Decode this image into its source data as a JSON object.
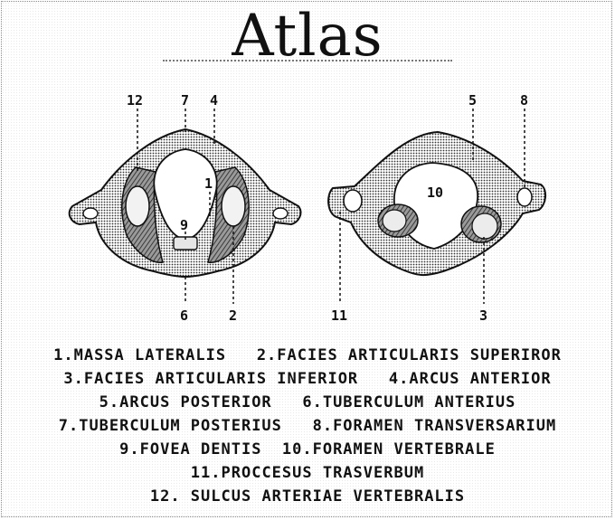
{
  "title": "Atlas",
  "labels": {
    "left": {
      "l12": "12",
      "l7": "7",
      "l4": "4",
      "l1": "1",
      "l9": "9",
      "l6": "6",
      "l2": "2"
    },
    "right": {
      "l5": "5",
      "l8": "8",
      "l10": "10",
      "l11": "11",
      "l3": "3"
    }
  },
  "legend": [
    "1.MASSA LATERALIS   2.FACIES ARTICULARIS SUPERIROR",
    "3.FACIES ARTICULARIS INFERIOR   4.ARCUS ANTERIOR",
    "5.ARCUS POSTERIOR   6.TUBERCULUM ANTERIUS",
    "7.TUBERCULUM POSTERIUS   8.FORAMEN TRANSVERSARIUM",
    "9.FOVEA DENTIS  10.FORAMEN VERTEBRALE",
    "11.PROCCESUS TRASVERBUM",
    "12. SULCUS ARTERIAE VERTEBRALIS"
  ],
  "colors": {
    "ink": "#111111",
    "shade": "#5a5a5a",
    "light": "#dcdcdc",
    "bg": "#ffffff"
  }
}
